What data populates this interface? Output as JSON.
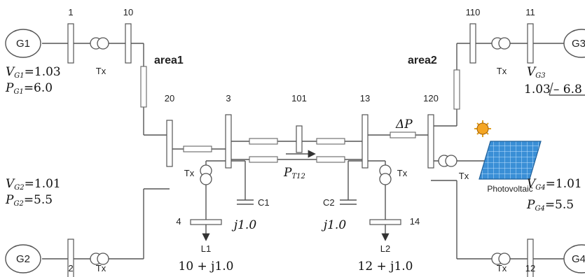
{
  "buses": {
    "b1": "1",
    "b10": "10",
    "b2": "2",
    "b20": "20",
    "b3": "3",
    "b4": "4",
    "b101": "101",
    "b13": "13",
    "b14": "14",
    "b120": "120",
    "b110": "110",
    "b11": "11",
    "b12": "12"
  },
  "generators": {
    "g1": "G1",
    "g2": "G2",
    "g3": "G3",
    "g4": "G4"
  },
  "areas": {
    "area1": "area1",
    "area2": "area2"
  },
  "tx_label": "Tx",
  "g1_params": {
    "v": "=1.03",
    "p": "=6.0"
  },
  "g2_params": {
    "v": "=1.01",
    "p": "=5.5"
  },
  "g3_params": {
    "value": "1.03",
    "angle": "– 6.8"
  },
  "g4_params": {
    "v": "=1.01",
    "p": "=5.5"
  },
  "loads": {
    "l1": {
      "name": "L1",
      "value": "10 + j1.0"
    },
    "l2": {
      "name": "L2",
      "value": "12 + j1.0"
    }
  },
  "capacitors": {
    "c1": {
      "name": "C1",
      "value": "j1.0"
    },
    "c2": {
      "name": "C2",
      "value": "j1.0"
    }
  },
  "symbols": {
    "delta_p": "ΔP",
    "ptie": "P",
    "ptie_sub": "T12",
    "v": "V",
    "p": "P",
    "sub_g1": "G1",
    "sub_g2": "G2",
    "sub_g3": "G3",
    "sub_g4": "G4"
  },
  "pv": {
    "label": "Photovoltaic"
  },
  "colors": {
    "line": "#555555",
    "pv_panel": "#3a8fd6",
    "sun": "#f5a623"
  }
}
